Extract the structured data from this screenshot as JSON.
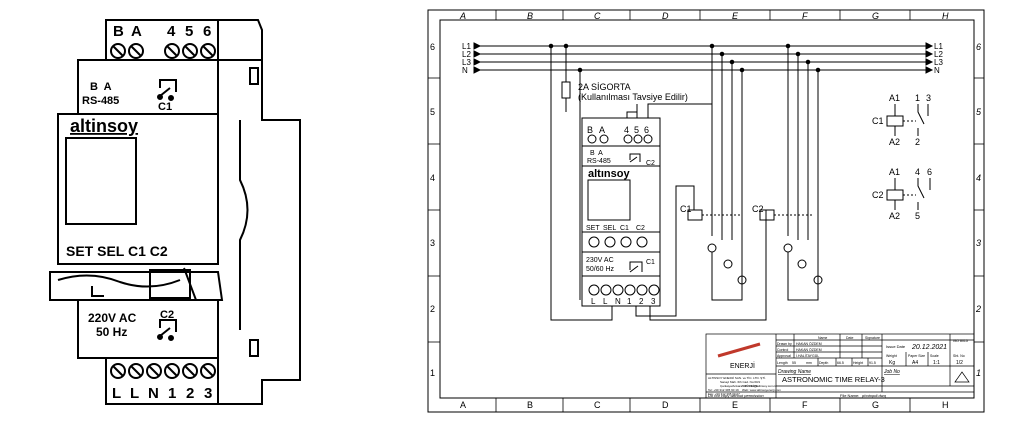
{
  "device_drawing": {
    "brand": "altinsoy",
    "top_terminals": [
      "B",
      "A",
      "4",
      "5",
      "6"
    ],
    "bus_letters": "B  A",
    "bus_label": "RS-485",
    "c1_label": "C1",
    "button_labels": "SET SEL C1 C2",
    "supply_voltage": "220V AC",
    "supply_freq": "50 Hz",
    "c2_label": "C2",
    "bottom_terminals": [
      "L",
      "L",
      "N",
      "1",
      "2",
      "3"
    ]
  },
  "schematic": {
    "column_letters": [
      "A",
      "B",
      "C",
      "D",
      "E",
      "F",
      "G",
      "H"
    ],
    "row_numbers": [
      "6",
      "5",
      "4",
      "3",
      "2",
      "1"
    ],
    "bus_lines": [
      "L1",
      "L2",
      "L3",
      "N"
    ],
    "fuse_label_1": "2A SİGORTA",
    "fuse_label_2": "(Kullanılması Tavsiye Edilir)",
    "device_brand": "altınsoy",
    "device_top_terminals": [
      "B",
      "A",
      "4",
      "5",
      "6"
    ],
    "device_bus_letters": "B  A",
    "device_bus_label": "RS-485",
    "device_c2": "C2",
    "device_buttons": [
      "SET",
      "SEL",
      "C1",
      "C2"
    ],
    "device_voltage": "230V AC",
    "device_freq": "50/60 Hz",
    "device_c1": "C1",
    "device_bottom_terminals": [
      "L",
      "L",
      "N",
      "1",
      "2",
      "3"
    ],
    "contactor_c1": "C1",
    "contactor_c2": "C2",
    "legend_relay_1": {
      "coil": "C1",
      "a1": "A1",
      "a2": "A2",
      "t1": "1",
      "t2": "3",
      "t3": "2"
    },
    "legend_relay_2": {
      "coil": "C2",
      "a1": "A1",
      "a2": "A2",
      "t1": "4",
      "t2": "6",
      "t3": "5"
    }
  },
  "title_block": {
    "logo_text": "ENERJİ",
    "col_name": "Name",
    "col_date": "Date",
    "col_signature": "Signature",
    "row_drawn": "Drawn by",
    "row_drawn_name": "HAKAN ÖZDEM",
    "row_control": "Control",
    "row_control_name": "HAKAN ÖZDEM",
    "row_approval": "Approval",
    "row_approval_name": "İ.HALİTAYGÜL",
    "length_label": "Length",
    "length_val": "55",
    "length_unit": "mm",
    "depth_label": "Depth",
    "depth_val": "66.5",
    "height_label": "Height",
    "height_val": "91.5",
    "issue_date_label": "Issue Date",
    "issue_date": "20.12.2021",
    "weight_label": "Weight",
    "paper_size_label": "Paper Size",
    "scale_label": "Scale",
    "sheet_label": "Sht. No",
    "weight_val": "Kg",
    "paper_size": "A4",
    "scale": "1:1",
    "sheet": "1/2",
    "iso_label": "ISO 8015",
    "company": "ALTINSOY ENERJİ SAN. ve TİC. LTD. ŞTİ.",
    "address_1": "Sanayi Mah. 6th Cad. No:60/1",
    "address_2": "Çankaya/Ankara / TÜRKİYE",
    "tel": "Tel: +90 312 395 90 19",
    "fax": "Fax: +90 312 395 00 07",
    "email": "Mail: info@altinsoy.com.tr",
    "web": "Web: www.altinsoyenerji.com",
    "drawing_name_label": "Drawing Name",
    "drawing_name": "ASTRONOMIC TIME RELAY-3",
    "job_no_label": "Job No",
    "copy_note": "Do not copy without permission",
    "file_name_label": "File Name:",
    "file_name": "photopdi.dwg"
  }
}
